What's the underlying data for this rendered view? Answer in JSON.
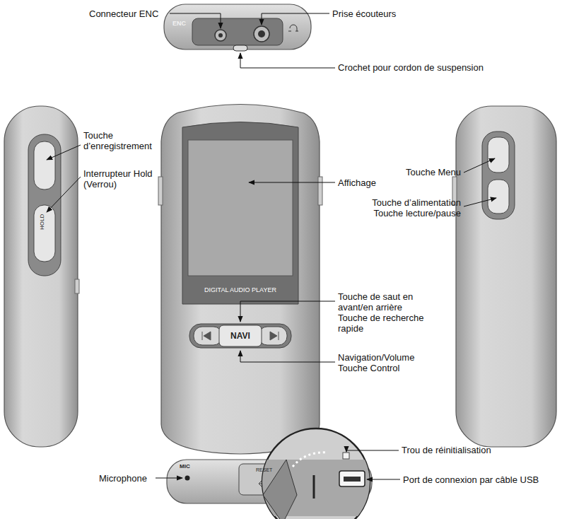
{
  "diagram": {
    "labels": [
      "Connecteur ENC",
      "Prise écouteurs",
      "Crochet pour cordon de suspension",
      "Touche d’enregistrement",
      "Interrupteur Hold (Verrou)",
      "Affichage",
      "Touche Menu",
      "Touche d’alimentation",
      "Touche lecture/pause",
      "Touche de saut en avant/en arrière",
      "Touche de recherche rapide",
      "Navigation/Volume Touche Control",
      "Microphone",
      "Trou de réinitialisation",
      "Port de connexion par câble USB",
      "ENC",
      "DIGITAL AUDIO PLAYER",
      "NAVI",
      "MIC",
      "RESET",
      "HOLD"
    ]
  }
}
